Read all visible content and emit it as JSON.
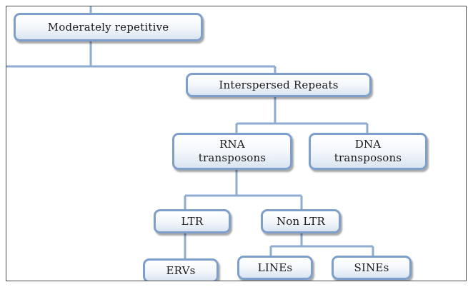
{
  "nodes": {
    "moderately_repetitive": "Moderately repetitive",
    "interspersed_repeats": "Interspersed Repeats",
    "rna_transposons": [
      "RNA",
      "transposons"
    ],
    "dna_transposons": [
      "DNA",
      "transposons"
    ],
    "ltr": "LTR",
    "non_ltr": "Non LTR",
    "ervs": "ERVs",
    "lines": "LINEs",
    "sines": "SINEs"
  },
  "colors": {
    "node_border": "#7e9fc9",
    "connector": "#8eabd0",
    "frame_border": "#4a4a4a"
  }
}
